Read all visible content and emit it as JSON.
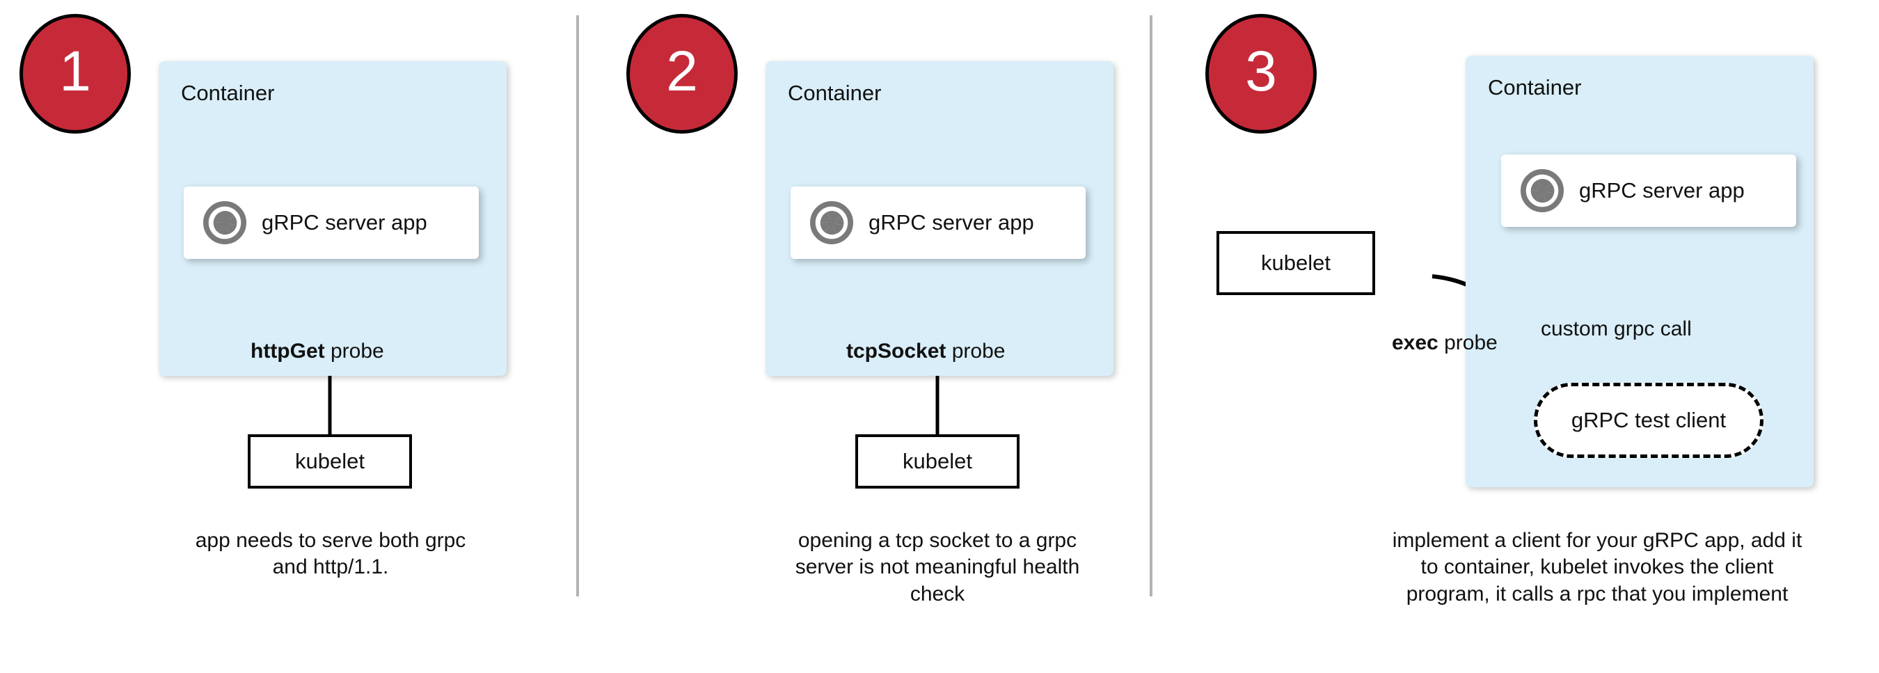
{
  "diagram": {
    "title": "gRPC health probe approaches in Kubernetes",
    "colors": {
      "badge_red": "#c62a39",
      "container_blue": "#d9eef8",
      "card_white": "#ffffff",
      "divider_gray": "#b3b3b3",
      "stroke_black": "#000000",
      "grpc_icon_gray": "#7a7a7a"
    },
    "panels": [
      {
        "step_number": "1",
        "container_label": "Container",
        "app_card_label": "gRPC server app",
        "app_card_icon": "grpc-logo-icon",
        "probe_label_bold": "httpGet",
        "probe_label_rest": " probe",
        "kubelet_label": "kubelet",
        "caption": "app needs to serve both grpc and http/1.1.",
        "caption_lines": [
          "app needs to serve both grpc",
          "and http/1.1."
        ]
      },
      {
        "step_number": "2",
        "container_label": "Container",
        "app_card_label": "gRPC server app",
        "app_card_icon": "grpc-logo-icon",
        "probe_label_bold": "tcpSocket",
        "probe_label_rest": " probe",
        "kubelet_label": "kubelet",
        "caption": "opening a tcp socket to a grpc server is not meaningful health check",
        "caption_lines": [
          "opening a tcp socket to a grpc",
          "server is not meaningful health",
          "check"
        ]
      },
      {
        "step_number": "3",
        "container_label": "Container",
        "app_card_label": "gRPC server app",
        "app_card_icon": "grpc-logo-icon",
        "probe_label_bold": "exec",
        "probe_label_rest": " probe",
        "kubelet_label": "kubelet",
        "test_client_label": "gRPC test client",
        "internal_call_label": "custom grpc call",
        "caption": "implement a client for your gRPC app, add it to container, kubelet invokes the client program, it calls a rpc that you implement",
        "caption_lines": [
          "implement a client for your gRPC app, add it",
          "to container, kubelet invokes the client",
          "program, it calls a rpc that you implement"
        ]
      }
    ]
  }
}
